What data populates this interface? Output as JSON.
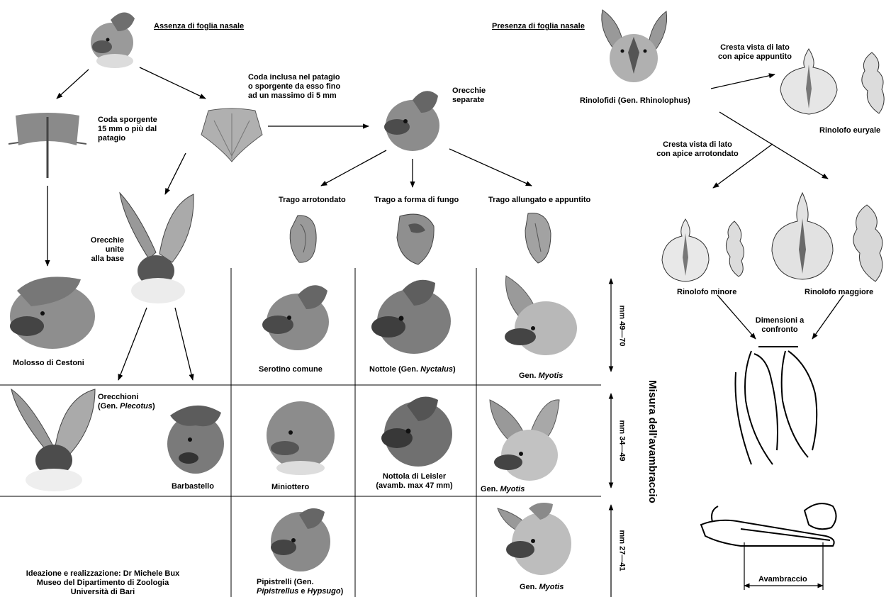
{
  "headings": {
    "no_noseleaf": "Assenza di foglia nasale",
    "noseleaf": "Presenza di foglia nasale"
  },
  "left_branch": {
    "tail_protruding": [
      "Coda sporgente",
      "15 mm o più dal",
      "patagio"
    ],
    "tail_included": [
      "Coda inclusa nel patagio",
      "o sporgente da esso fino",
      "ad un massimo di 5 mm"
    ],
    "ears_separate": [
      "Orecchie",
      "separate"
    ],
    "ears_joined": [
      "Orecchie unite",
      "alla base"
    ]
  },
  "tragus": {
    "rounded": "Trago arrotondato",
    "mushroom": "Trago a forma di fungo",
    "elongated": "Trago allungato e appuntito"
  },
  "species": {
    "molosso": "Molosso di Cestoni",
    "serotino": "Serotino comune",
    "nottole_prefix": "Nottole (Gen. ",
    "nottole_genus": "Nyctalus",
    "nottole_suffix": ")",
    "myotis_prefix": "Gen. ",
    "myotis_genus": "Myotis",
    "orecchioni_line1": "Orecchioni",
    "orecchioni_prefix": "(Gen. ",
    "orecchioni_genus": "Plecotus",
    "orecchioni_suffix": ")",
    "barbastello": "Barbastello",
    "miniottero": "Miniottero",
    "leisler_line1": "Nottola di Leisler",
    "leisler_line2": "(avamb. max 47 mm)",
    "pipistrelli_line1": "Pipistrelli (Gen.",
    "pipistrelli_genus1": "Pipistrellus",
    "pipistrelli_mid": " e ",
    "pipistrelli_genus2": "Hypsugo",
    "pipistrelli_suffix": ")"
  },
  "measures": {
    "large": "mm 49—70",
    "medium": "mm 34—49",
    "small": "mm 27—41",
    "axis_title": "Misura dell'avambraccio"
  },
  "rhinolophus": {
    "family": "Rinolofidi (Gen. Rhinolophus)",
    "crest_pointed": [
      "Cresta vista di lato",
      "con apice appuntito"
    ],
    "crest_rounded": [
      "Cresta vista di lato",
      "con apice arrotondato"
    ],
    "euryale": "Rinolofo euryale",
    "minore": "Rinolofo minore",
    "maggiore": "Rinolofo maggiore",
    "size_compare": [
      "Dimensioni a",
      "confronto"
    ],
    "forearm": "Avambraccio"
  },
  "credits": [
    "Ideazione e realizzazione: Dr Michele Bux",
    "Museo del Dipartimento di Zoologia",
    "Università di Bari"
  ]
}
